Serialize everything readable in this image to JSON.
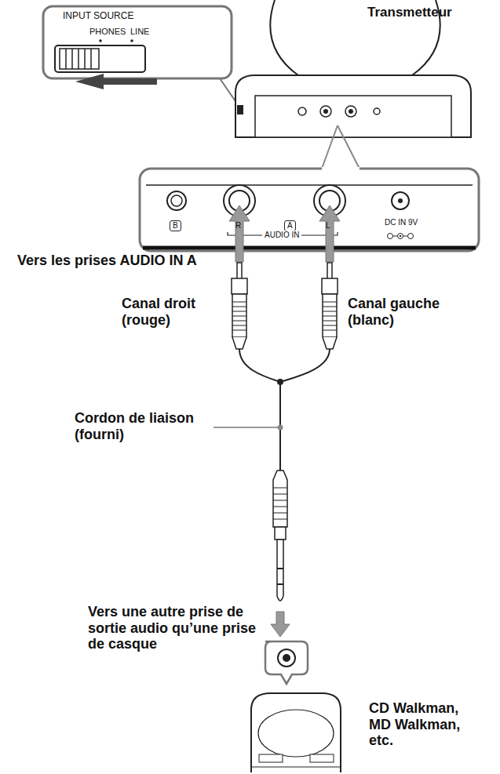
{
  "diagram": {
    "labels": [
      "INPUT SOURCE",
      "PHONES",
      "LINE",
      "Transmetteur",
      "B",
      "R",
      "A",
      "L",
      "AUDIO IN",
      "DC IN 9V",
      "Vers les prises AUDIO IN A",
      "Canal droit (rouge)",
      "Canal gauche (blanc)",
      "Cordon de liaison (fourni)",
      "Vers une autre prise de sortie audio qu’une prise de casque",
      "CD Walkman, MD Walkman, etc."
    ]
  }
}
